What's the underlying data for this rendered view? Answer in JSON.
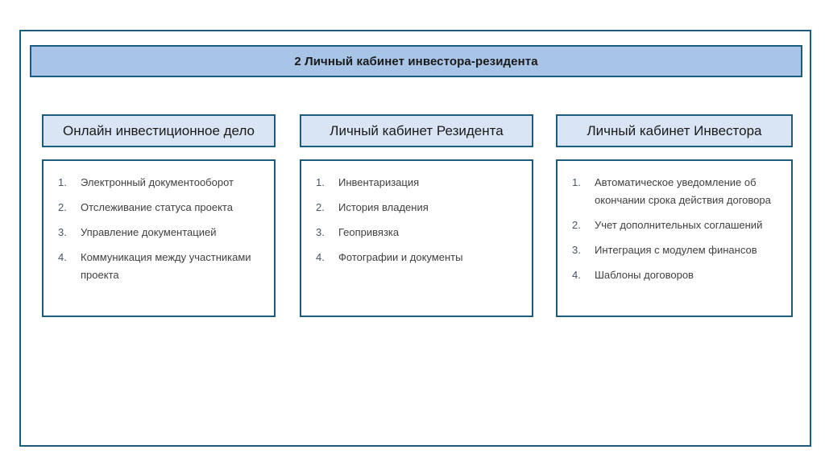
{
  "slide": {
    "title": "2 Личный кабинет инвестора-резидента",
    "columns": [
      {
        "header": "Онлайн инвестиционное дело",
        "items": [
          {
            "n": "1.",
            "text": "Электронный документооборот"
          },
          {
            "n": "2.",
            "text": "Отслеживание статуса проекта"
          },
          {
            "n": "3.",
            "text": "Управление документацией"
          },
          {
            "n": "4.",
            "text": "Коммуникация между участниками проекта"
          }
        ]
      },
      {
        "header": "Личный кабинет Резидента",
        "items": [
          {
            "n": "1.",
            "text": "Инвентаризация"
          },
          {
            "n": "2.",
            "text": "История владения"
          },
          {
            "n": "3.",
            "text": "Геопривязка"
          },
          {
            "n": "4.",
            "text": "Фотографии и документы"
          }
        ]
      },
      {
        "header": "Личный кабинет Инвестора",
        "items": [
          {
            "n": "1.",
            "text": "Автоматическое уведомление об окончании срока действия договора"
          },
          {
            "n": "2.",
            "text": "Учет дополнительных соглашений"
          },
          {
            "n": "3.",
            "text": "Интеграция с модулем финансов"
          },
          {
            "n": "4.",
            "text": "Шаблоны договоров"
          }
        ]
      }
    ],
    "colors": {
      "frame_border": "#1c5d7d",
      "title_fill": "#a8c5e8",
      "header_fill": "#d9e5f5",
      "list_fill": "#ffffff",
      "number_text": "#44546a",
      "item_text": "#404040",
      "heading_text": "#1a1a1a",
      "background": "#ffffff"
    }
  }
}
